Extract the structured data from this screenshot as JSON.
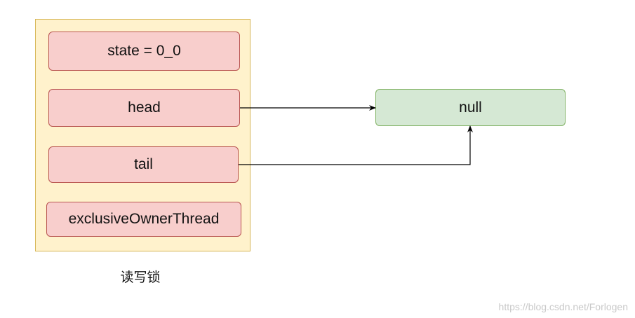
{
  "lock": {
    "fields": {
      "state": "state = 0_0",
      "head": "head",
      "tail": "tail",
      "owner": "exclusiveOwnerThread"
    },
    "caption": "读写锁"
  },
  "target": {
    "label": "null"
  },
  "watermark": "https://blog.csdn.net/Forlogen",
  "colors": {
    "container_fill": "#fff2cc",
    "container_stroke": "#d6b656",
    "field_fill": "#f8cecc",
    "field_stroke": "#b85450",
    "null_fill": "#d5e8d4",
    "null_stroke": "#82b366",
    "edge": "#000000"
  }
}
